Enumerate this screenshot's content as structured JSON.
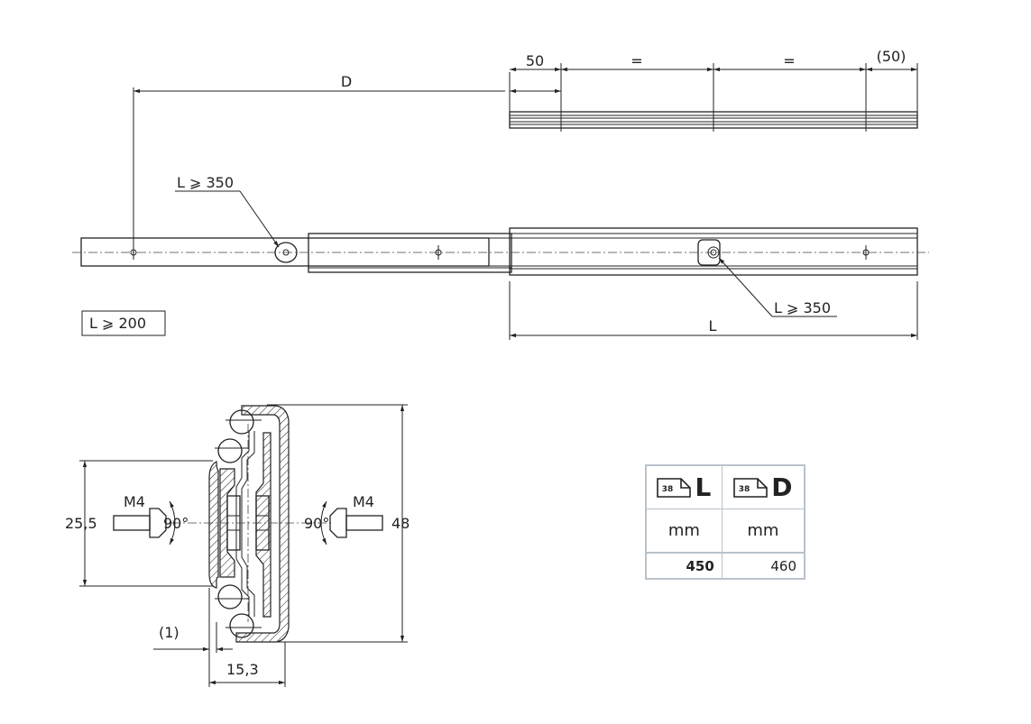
{
  "top_view": {
    "dim_50": "50",
    "dim_eq_1": "=",
    "dim_eq_2": "=",
    "dim_50_paren": "(50)",
    "dim_D": "D",
    "note_left": "L ⩾ 350",
    "note_right": "L ⩾ 350",
    "dim_L": "L",
    "box_note": "L ⩾ 200"
  },
  "section_view": {
    "screw_left": "M4",
    "screw_right": "M4",
    "angle_left": "90°",
    "angle_right": "90°",
    "dim_height_inner": "25,5",
    "dim_height_outer": "48",
    "dim_gap": "(1)",
    "dim_width": "15,3"
  },
  "spec_table": {
    "columns": [
      {
        "icon_text": "38",
        "letter": "L",
        "unit": "mm",
        "value": "450"
      },
      {
        "icon_text": "38",
        "letter": "D",
        "unit": "mm",
        "value": "460"
      }
    ]
  }
}
